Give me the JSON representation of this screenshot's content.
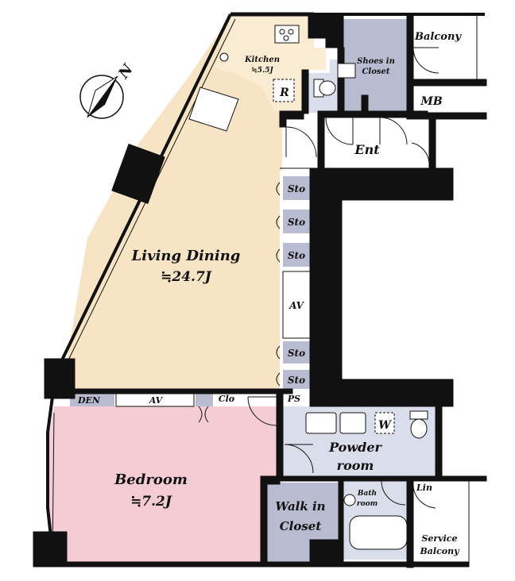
{
  "rooms": {
    "living": {
      "name": "Living Dining",
      "area": "≒24.7J"
    },
    "bedroom": {
      "name": "Bedroom",
      "area": "≒7.2J"
    },
    "kitchen": {
      "name": "Kitchen",
      "area": "≒5.5J"
    },
    "balcony": "Balcony",
    "shoes_closet_l1": "Shoes in",
    "shoes_closet_l2": "Closet",
    "mb": "MB",
    "ent": "Ent",
    "r": "R",
    "sto": "Sto",
    "av": "AV",
    "den": "DEN",
    "clo": "Clo",
    "ps": "PS",
    "w": "W",
    "powder_l1": "Powder",
    "powder_l2": "room",
    "bath_l1": "Bath",
    "bath_l2": "room",
    "lin": "Lin",
    "walk_l1": "Walk in",
    "walk_l2": "Closet",
    "service_l1": "Service",
    "service_l2": "Balcony"
  },
  "compass": {
    "north": "N"
  },
  "colors": {
    "living": "#f7e4c4",
    "bedroom": "#f4ccd3",
    "wet": "#d9deea",
    "storage": "#b9bcd0",
    "wall": "#111111",
    "kitchen": "#f9ecd2"
  }
}
